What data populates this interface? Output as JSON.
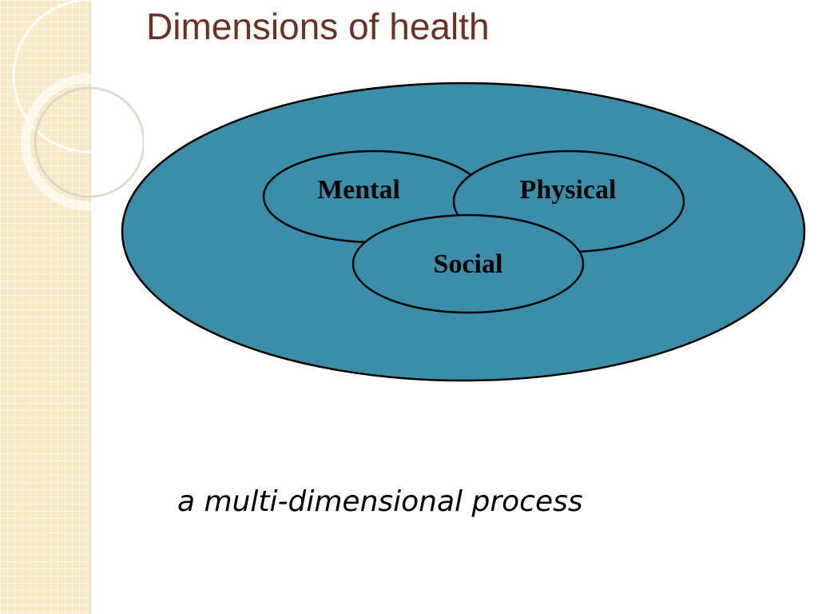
{
  "slide": {
    "title": "Dimensions of health",
    "caption": "a multi-dimensional process"
  },
  "diagram": {
    "outer_fill": "#3b8ea8",
    "inner_fill": "#3b8ea8",
    "stroke": "#000000",
    "nodes": [
      {
        "name": "mental",
        "label": "Mental"
      },
      {
        "name": "physical",
        "label": "Physical"
      },
      {
        "name": "social",
        "label": "Social"
      }
    ]
  },
  "colors": {
    "title": "#6b3223",
    "strip": "#f6e9c4"
  }
}
